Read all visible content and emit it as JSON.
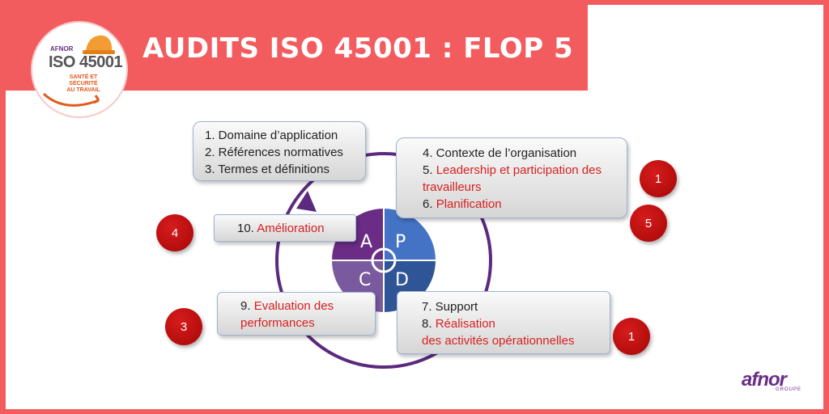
{
  "header": {
    "title": "AUDITS ISO 45001 : FLOP 5"
  },
  "logo": {
    "org": "AFNOR",
    "standard": "ISO 45001",
    "subtitle_1": "SANTÉ ET SÉCURITÉ",
    "subtitle_2": "AU TRAVAIL"
  },
  "boxes": {
    "top_left": [
      "1. Domaine d’application",
      "2. Références normatives",
      "3. Termes et définitions"
    ],
    "top_right": {
      "item4": "4. Contexte de l’organisation",
      "item5_num": "5. ",
      "item5_text_a": "Leadership et participation des",
      "item5_text_b": "travailleurs",
      "item6_num": "6. ",
      "item6_text": "Planification"
    },
    "left_mid": {
      "num": "10. ",
      "text": "Amélioration"
    },
    "left_bottom": {
      "num": "9. ",
      "text_a": "Evaluation des",
      "text_b": "performances"
    },
    "bottom_right": {
      "item7": "7. Support",
      "item8_num": "8. ",
      "item8_text_a": "Réalisation",
      "item8_text_b": "des activités opérationnelles"
    }
  },
  "pdca": {
    "a": "A",
    "p": "P",
    "c": "C",
    "d": "D"
  },
  "badges": {
    "leadership": "1",
    "planification": "5",
    "amelioration": "4",
    "evaluation": "3",
    "realisation": "1"
  },
  "footer": {
    "brand": "afnor",
    "group": "GROUPE"
  },
  "colors": {
    "banner": "#f25c5e",
    "purple": "#6b2c86",
    "blue": "#4472c4",
    "red_text": "#d81f1f"
  }
}
